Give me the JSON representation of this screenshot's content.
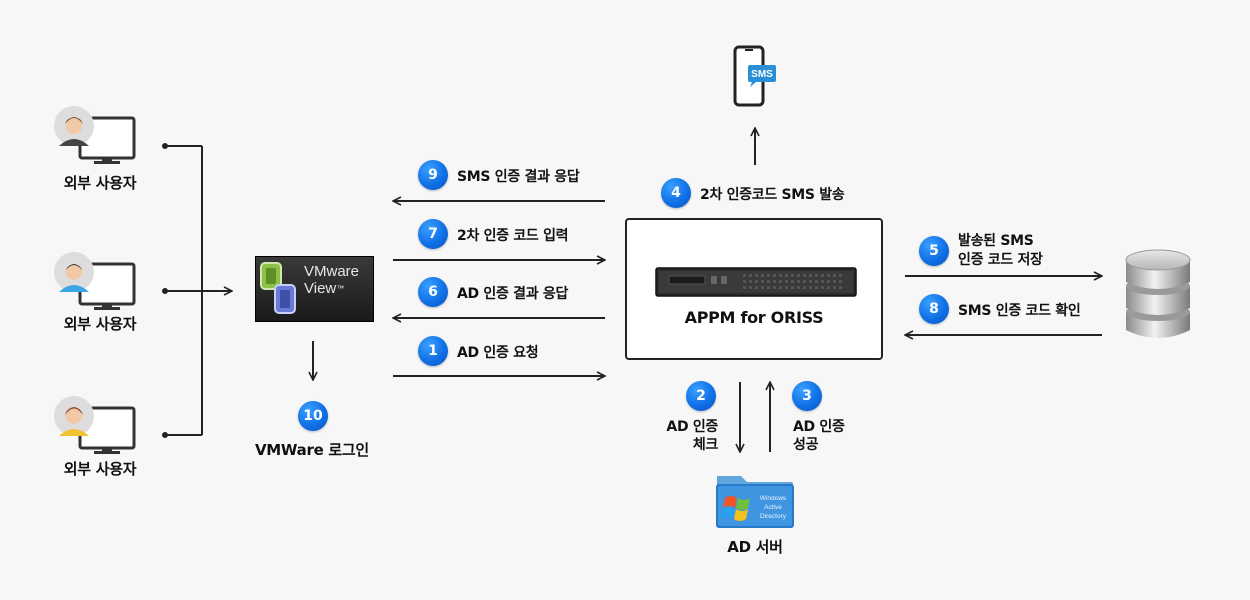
{
  "users": [
    {
      "label": "외부 사용자"
    },
    {
      "label": "외부 사용자"
    },
    {
      "label": "외부 사용자"
    }
  ],
  "vmware": {
    "logo_line1": "VMware",
    "logo_line2": "View",
    "tm": "™",
    "login_label": "VMWare 로그인",
    "login_step": "10"
  },
  "server": {
    "label": "APPM for ORISS"
  },
  "sms_icon": {
    "text": "SMS"
  },
  "ad_server": {
    "label": "AD 서버",
    "folder_text_1": "Windows",
    "folder_text_2": "Active",
    "folder_text_3": "Directory"
  },
  "steps": {
    "s1": {
      "num": "1",
      "text": "AD 인증 요청"
    },
    "s2": {
      "num": "2",
      "line1": "AD 인증",
      "line2": "체크"
    },
    "s3": {
      "num": "3",
      "line1": "AD 인증",
      "line2": "성공"
    },
    "s4": {
      "num": "4",
      "text": "2차 인증코드 SMS 발송"
    },
    "s5": {
      "num": "5",
      "line1": "발송된 SMS",
      "line2": "인증 코드 저장"
    },
    "s6": {
      "num": "6",
      "text": "AD 인증 결과 응답"
    },
    "s7": {
      "num": "7",
      "text": "2차 인증 코드 입력"
    },
    "s8": {
      "num": "8",
      "text": "SMS 인증 코드 확인"
    },
    "s9": {
      "num": "9",
      "text": "SMS 인증 결과 응답"
    }
  },
  "colors": {
    "badge": "#1070e6",
    "line": "#222222",
    "background": "#f7f7f7"
  }
}
